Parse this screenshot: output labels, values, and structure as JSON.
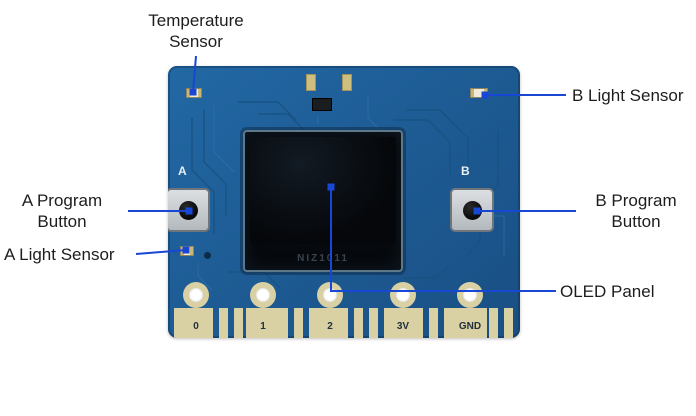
{
  "annotations": {
    "temperature_sensor": {
      "line1": "Temperature",
      "line2": "Sensor"
    },
    "b_light_sensor": "B Light Sensor",
    "a_program_button": {
      "line1": "A Program",
      "line2": "Button"
    },
    "a_light_sensor": "A Light Sensor",
    "b_program_button": {
      "line1": "B Program",
      "line2": "Button"
    },
    "oled_panel": "OLED Panel"
  },
  "board": {
    "button_a_silkscreen": "A",
    "button_b_silkscreen": "B",
    "oled_text": "NIZ1011",
    "pins": [
      {
        "label": "0"
      },
      {
        "label": "1"
      },
      {
        "label": "2"
      },
      {
        "label": "3V"
      },
      {
        "label": "GND"
      }
    ]
  },
  "colors": {
    "annotation_blue": "#1846d5",
    "board_blue": "#1e5c95",
    "pad_gold": "#d9d0a4"
  }
}
